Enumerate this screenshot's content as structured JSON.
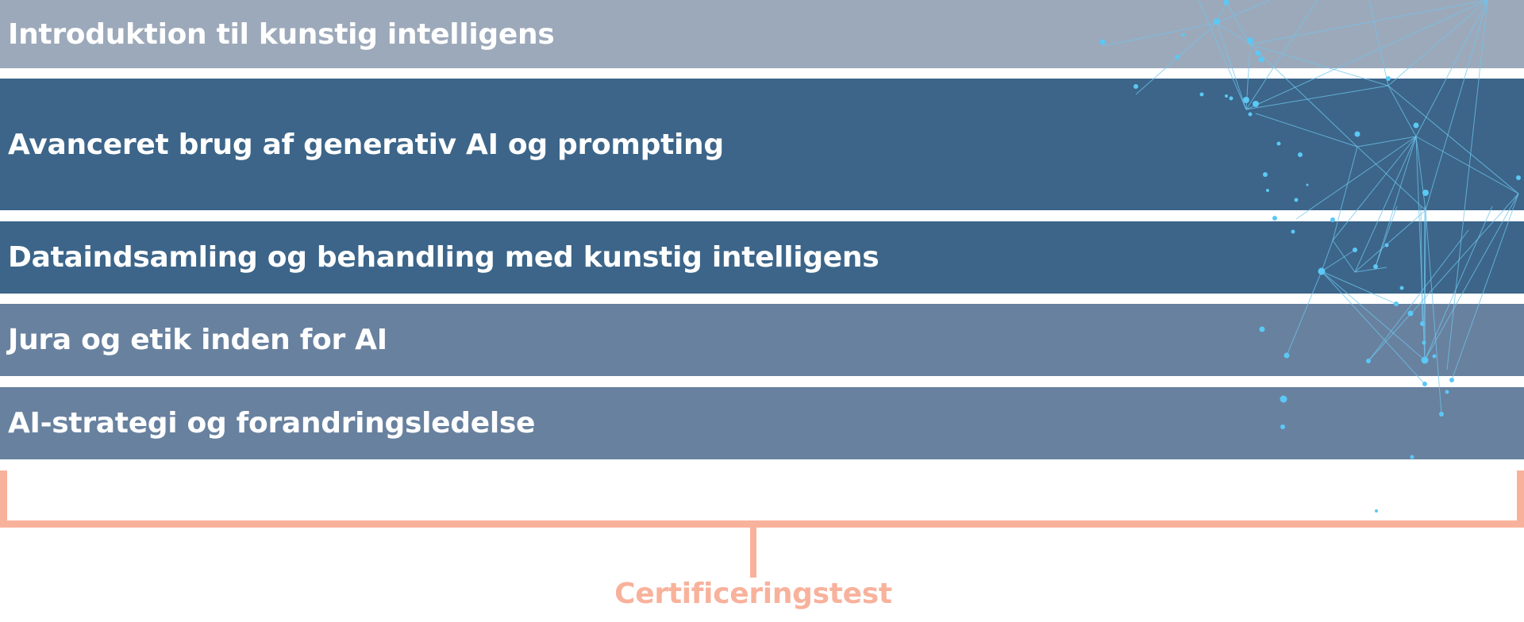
{
  "modules": [
    {
      "label": "Introduktion til kunstig intelligens",
      "color": "#9ca9ba"
    },
    {
      "label": "Avanceret brug af generativ AI og prompting",
      "color": "#3c6589"
    },
    {
      "label": "Dataindsamling og behandling med kunstig intelligens",
      "color": "#3c6589"
    },
    {
      "label": "Jura og etik inden for AI",
      "color": "#68819f"
    },
    {
      "label": "AI-strategi og forandringsledelse",
      "color": "#68819f"
    }
  ],
  "certification": {
    "label": "Certificeringstest",
    "color": "#f8b29c"
  },
  "decoration": {
    "icon": "network-graph-icon",
    "node_color": "#5bc8f5",
    "line_color": "#6fc6ee"
  }
}
